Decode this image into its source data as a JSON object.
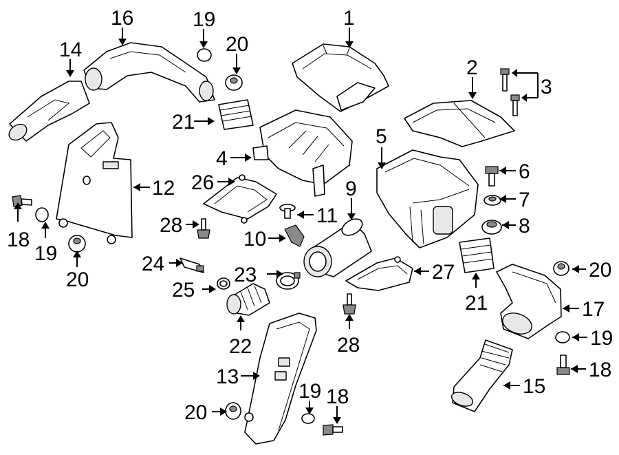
{
  "callouts": {
    "c1": "1",
    "c2": "2",
    "c3": "3",
    "c4": "4",
    "c5": "5",
    "c6": "6",
    "c7": "7",
    "c8": "8",
    "c9": "9",
    "c10": "10",
    "c11": "11",
    "c12": "12",
    "c13": "13",
    "c14": "14",
    "c15": "15",
    "c16": "16",
    "c17": "17",
    "c18a": "18",
    "c18b": "18",
    "c18c": "18",
    "c19a": "19",
    "c19b": "19",
    "c19c": "19",
    "c19d": "19",
    "c20a": "20",
    "c20b": "20",
    "c20c": "20",
    "c20d": "20",
    "c21a": "21",
    "c21b": "21",
    "c22": "22",
    "c23": "23",
    "c24": "24",
    "c25": "25",
    "c26": "26",
    "c27": "27",
    "c28a": "28",
    "c28b": "28"
  }
}
